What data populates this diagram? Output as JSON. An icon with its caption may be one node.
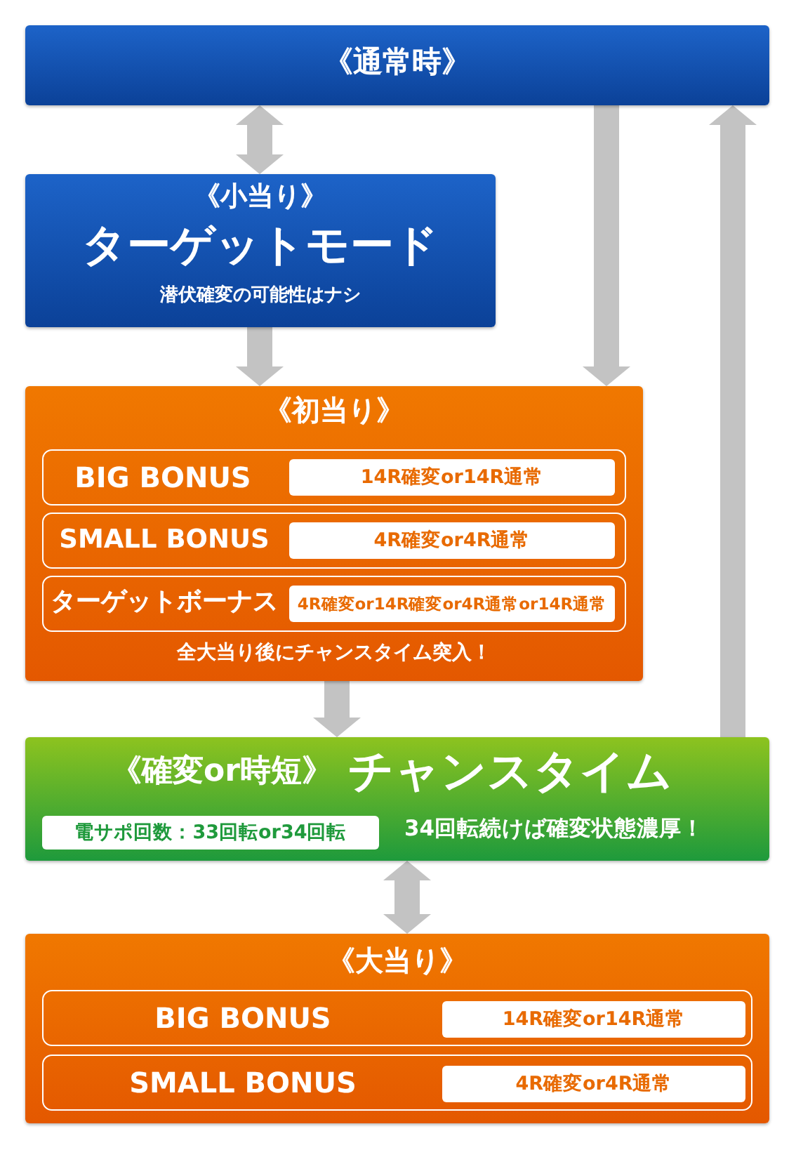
{
  "diagram": {
    "nodes": [
      {
        "text": [
          "《通常時》"
        ]
      },
      {
        "text": [
          "《小当り》",
          "ターゲットモード",
          "潜伏確変の可能性はナシ"
        ]
      },
      {
        "text": [
          "《初当り》",
          "全大当り後にチャンスタイム突入！"
        ]
      },
      {
        "text": [
          "BIG BONUS"
        ],
        "in": 2
      },
      {
        "text": [
          "14R確変or14R通常"
        ],
        "in": 3
      },
      {
        "text": [
          "SMALL BONUS"
        ],
        "in": 2
      },
      {
        "text": [
          "4R確変or4R通常"
        ],
        "in": 5
      },
      {
        "text": [
          "ターゲットボーナス"
        ],
        "in": 2
      },
      {
        "text": [
          "4R確変or14R確変or4R通常or14R通常"
        ],
        "in": 7
      },
      {
        "text": [
          "《確変or時短》",
          "チャンスタイム",
          "34回転続けば確変状態濃厚！"
        ]
      },
      {
        "text": [
          "電サポ回数：33回転or34回転"
        ],
        "in": 9
      },
      {
        "text": [
          "《大当り》"
        ]
      },
      {
        "text": [
          "BIG BONUS"
        ],
        "in": 11
      },
      {
        "text": [
          "14R確変or14R通常"
        ],
        "in": 12
      },
      {
        "text": [
          "SMALL BONUS"
        ],
        "in": 11
      },
      {
        "text": [
          "4R確変or4R通常"
        ],
        "in": 14
      }
    ],
    "edges": [
      {
        "from": 0,
        "to": 1,
        "arrow": "both"
      },
      {
        "from": 1,
        "to": 2,
        "arrow": "to"
      },
      {
        "from": 0,
        "to": 2,
        "arrow": "to"
      },
      {
        "from": 2,
        "to": 9,
        "arrow": "to"
      },
      {
        "from": 9,
        "to": 0,
        "arrow": "to"
      },
      {
        "from": 9,
        "to": 11,
        "arrow": "both"
      }
    ]
  }
}
